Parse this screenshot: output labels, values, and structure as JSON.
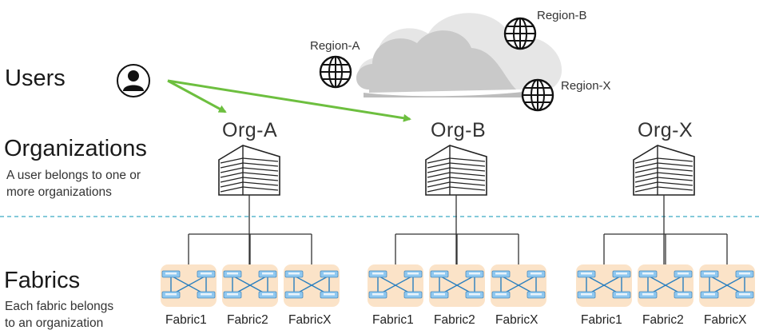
{
  "labels": {
    "users": "Users",
    "organizations": "Organizations",
    "organizations_desc_1": "A user belongs to one or",
    "organizations_desc_2": "more organizations",
    "fabrics": "Fabrics",
    "fabrics_desc_1": "Each fabric belongs",
    "fabrics_desc_2": "to an organization"
  },
  "regions": [
    "Region-A",
    "Region-B",
    "Region-X"
  ],
  "orgs": [
    {
      "name": "Org-A",
      "fabrics": [
        "Fabric1",
        "Fabric2",
        "FabricX"
      ]
    },
    {
      "name": "Org-B",
      "fabrics": [
        "Fabric1",
        "Fabric2",
        "FabricX"
      ]
    },
    {
      "name": "Org-X",
      "fabrics": [
        "Fabric1",
        "Fabric2",
        "FabricX"
      ]
    }
  ],
  "colors": {
    "arrow": "#6dbf3f",
    "cloud_back": "#e6e6e6",
    "cloud_front": "#c9c9c9",
    "divider": "#3aa9c4",
    "fabric_tile": "#fbe3c8",
    "switch": "#8fc8f0"
  }
}
